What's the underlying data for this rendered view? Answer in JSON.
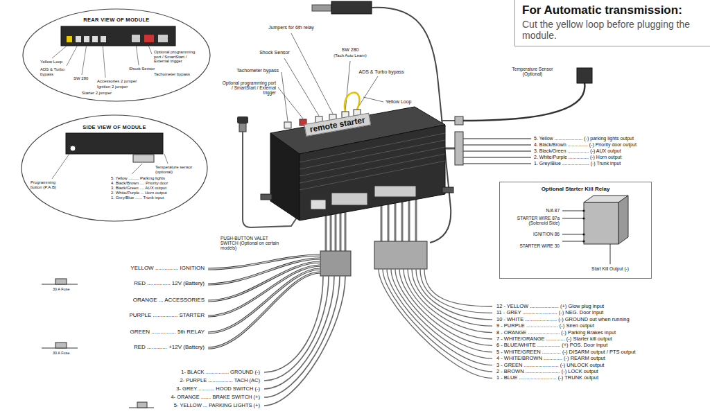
{
  "diagram": {
    "nodes": [
      {
        "text": [
          "For Automatic transmission:",
          "Cut the yellow loop before plugging the module."
        ]
      },
      {
        "text": [
          "REAR VIEW OF MODULE"
        ]
      },
      {
        "text": [
          "SIDE VIEW OF MODULE"
        ]
      },
      {
        "text": [
          "remote starter"
        ]
      },
      {
        "text": [
          "Optional Starter Kill Relay"
        ]
      }
    ],
    "labels": [
      "Jumpers for 6th relay",
      "Shock Sensor",
      "SW 280",
      "(Tach Auto Learn)",
      "Tachometer bypass",
      "ADS & Turbo bypass",
      "Optional programming port / SmartStart / External trigger",
      "Yellow Loop",
      "Temperature Sensor (Optional)",
      "PUSH-BUTTON VALET SWITCH (Optional on certain models)",
      "5. Yellow ..................... (-) parking lights output",
      "4. Black/Brown ............... (-) Priority door output",
      "3. Black/Green ................ (-) AUX output",
      "2. White/Purple ............... (-) Horn output",
      "1. Grey/Blue .................... (-) Trunk input",
      "N/A 87",
      "STARTER WIRE 87a (Solenoid Side)",
      "IGNITION 86",
      "STARTER WIRE 30",
      "Start Kill Output (-)",
      "YELLOW ............... IGNITION",
      "RED ............... 12V (Battery)",
      "ORANGE ... ACCESSORIES",
      "PURPLE ................ STARTER",
      "GREEN ................ 5th RELAY",
      "RED ............. +12V (Battery)",
      "30 A Fuse",
      "30 A Fuse",
      "1- BLACK ................ GROUND (-)",
      "2- PURPLE ................. TACH (AC)",
      "3- GREY ........... HOOD SWITCH (-)",
      "4- ORANGE ....... BRAKE SWITCH (+)",
      "5- YELLOW ... PARKING LIGHTS (+)",
      "12 - YELLOW .................... (+) Glow plug input",
      "11 - GREY ........................ (-) NEG. Door input",
      "10 - WHITE ...................... (-) GROUND out when running",
      "9 - PURPLE ...................... (-) Siren output",
      "8 - ORANGE ...................... (-) Parking Brakes input",
      "7 - WHITE/ORANGE ............. (-) Starter kill output",
      "6 - BLUE/WHITE ................ (+) POS. Door input",
      "5 - WHITE/GREEN ............. (-) DISARM output / PTS output",
      "4 - WHITE/BROWN ............. (-) REARM output",
      "3 - GREEN ........................ (-) UNLOCK output",
      "2 - BROWN ........................ (-) LOCK output",
      "1 - BLUE .......................... (-) TRUNK output",
      "Yellow Loop",
      "ADS & Turbo bypass",
      "SW 280",
      "Accessories 2 jumper",
      "Ignition 2 jumper",
      "Starter 2 jumper",
      "Shock Sensor",
      "Optional programming port / SmartStart / External trigger",
      "Tachometer bypass",
      "Temperature sensor (optional)",
      "5. Yellow ......... Parking lights",
      "4. Black/Brown .... Priority door",
      "3. Black/Green .... AUX output",
      "2. White/Purple ... Horn output",
      "1. Grey/Blue ...... Trunk input",
      "Programming button (P.A.B)"
    ]
  }
}
